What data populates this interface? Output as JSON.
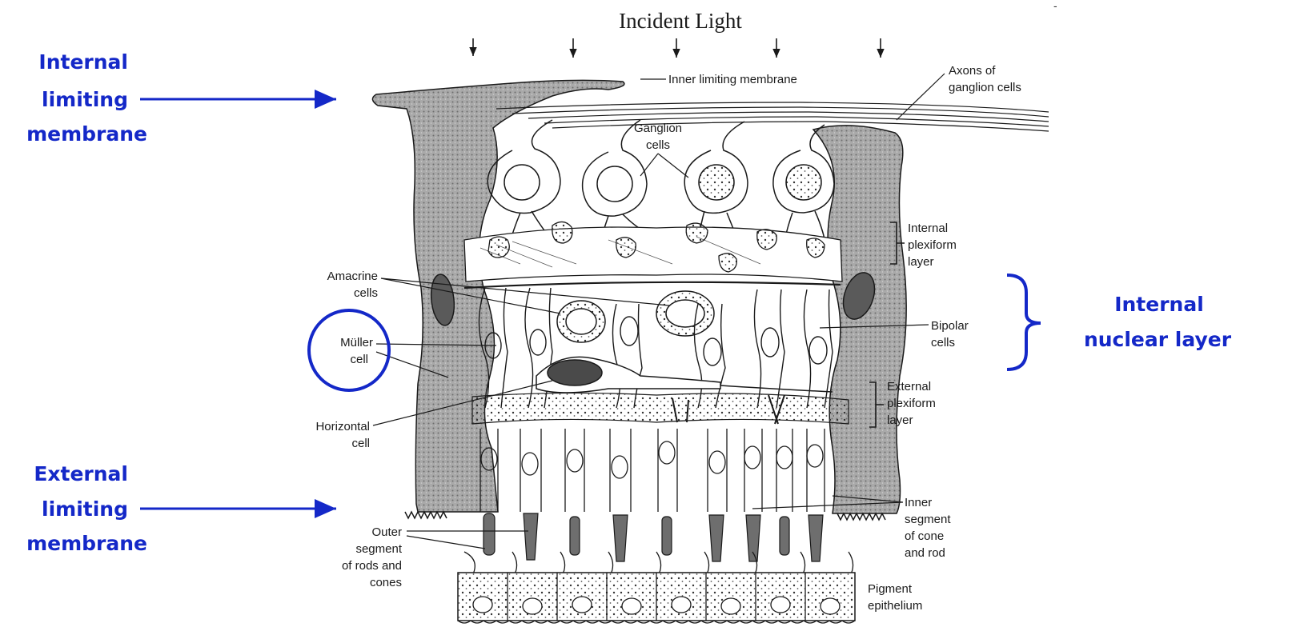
{
  "figure": {
    "title": "Incident Light",
    "labels": {
      "inner_limiting_membrane": "Inner limiting membrane",
      "axons": [
        "Axons of",
        "ganglion cells"
      ],
      "ganglion": [
        "Ganglion",
        "cells"
      ],
      "internal_plexiform": [
        "Internal",
        "plexiform",
        "layer"
      ],
      "amacrine": [
        "Amacrine",
        "cells"
      ],
      "muller": [
        "Müller",
        "cell"
      ],
      "bipolar": [
        "Bipolar",
        "cells"
      ],
      "external_plexiform": [
        "External",
        "plexiform",
        "layer"
      ],
      "horizontal": [
        "Horizontal",
        "cell"
      ],
      "inner_segment": [
        "Inner",
        "segment",
        "of cone",
        "and rod"
      ],
      "outer_segment": [
        "Outer",
        "segment",
        "of rods and",
        "cones"
      ],
      "pigment": [
        "Pigment",
        "epithelium"
      ]
    }
  },
  "annotations": {
    "internal_limiting": [
      "Internal",
      "limiting",
      "membrane"
    ],
    "external_limiting": [
      "External",
      "limiting",
      "membrane"
    ],
    "internal_nuclear": [
      "Internal",
      "nuclear layer"
    ]
  },
  "colors": {
    "annotation": "#1428c8",
    "ink": "#1a1a1a",
    "stipple": "#8a8a8a"
  }
}
